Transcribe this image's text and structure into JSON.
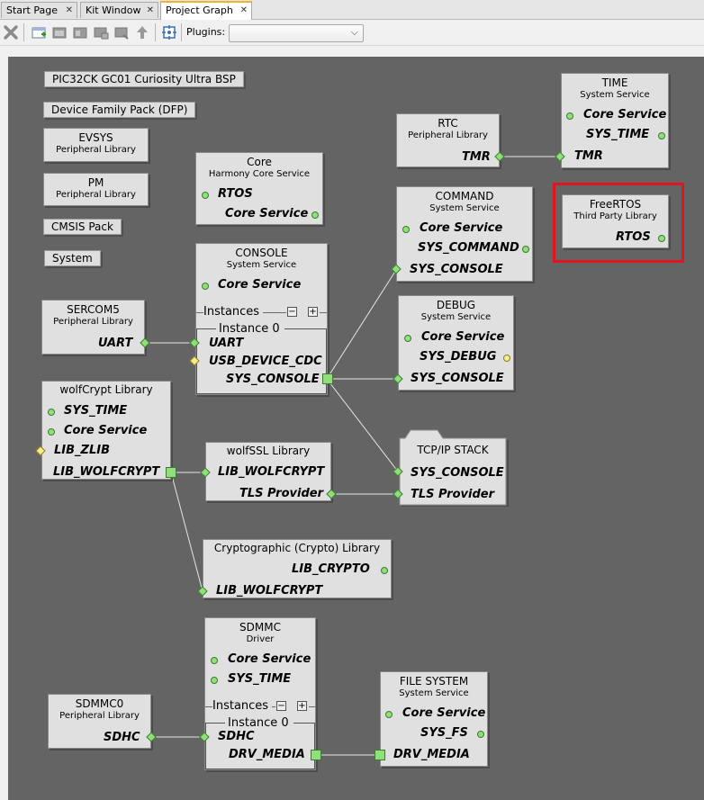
{
  "tabs": [
    {
      "label": "Start Page"
    },
    {
      "label": "Kit Window"
    },
    {
      "label": "Project Graph"
    }
  ],
  "toolbar": {
    "plugins_label": "Plugins:",
    "plugins_value": ""
  },
  "tags": [
    "PIC32CK GC01 Curiosity Ultra BSP",
    "Device Family Pack (DFP)",
    "CMSIS Pack",
    "System"
  ],
  "nodes": {
    "evsys": {
      "title": "EVSYS",
      "subtitle": "Peripheral Library"
    },
    "pm": {
      "title": "PM",
      "subtitle": "Peripheral Library"
    },
    "core": {
      "title": "Core",
      "subtitle": "Harmony Core Service",
      "rows": [
        "RTOS",
        "Core Service"
      ]
    },
    "rtc": {
      "title": "RTC",
      "subtitle": "Peripheral Library",
      "rows": [
        "TMR"
      ]
    },
    "time": {
      "title": "TIME",
      "subtitle": "System Service",
      "rows": [
        "Core Service",
        "SYS_TIME",
        "TMR"
      ]
    },
    "freertos": {
      "title": "FreeRTOS",
      "subtitle": "Third Party Library",
      "rows": [
        "RTOS"
      ]
    },
    "command": {
      "title": "COMMAND",
      "subtitle": "System Service",
      "rows": [
        "Core Service",
        "SYS_COMMAND",
        "SYS_CONSOLE"
      ]
    },
    "console": {
      "title": "CONSOLE",
      "subtitle": "System Service",
      "rows": [
        "Core Service",
        "UART",
        "USB_DEVICE_CDC",
        "SYS_CONSOLE"
      ],
      "instances": "Instances",
      "instance0": "Instance 0"
    },
    "debug": {
      "title": "DEBUG",
      "subtitle": "System Service",
      "rows": [
        "Core Service",
        "SYS_DEBUG",
        "SYS_CONSOLE"
      ]
    },
    "sercom5": {
      "title": "SERCOM5",
      "subtitle": "Peripheral Library",
      "rows": [
        "UART"
      ]
    },
    "wolfcrypt": {
      "title": "wolfCrypt Library",
      "rows": [
        "SYS_TIME",
        "Core Service",
        "LIB_ZLIB",
        "LIB_WOLFCRYPT"
      ]
    },
    "wolfssl": {
      "title": "wolfSSL Library",
      "rows": [
        "LIB_WOLFCRYPT",
        "TLS Provider"
      ]
    },
    "tcpip": {
      "title": "TCP/IP STACK",
      "rows": [
        "SYS_CONSOLE",
        "TLS Provider"
      ]
    },
    "crypto": {
      "title": "Cryptographic (Crypto) Library",
      "rows": [
        "LIB_CRYPTO",
        "LIB_WOLFCRYPT"
      ]
    },
    "sdmmc": {
      "title": "SDMMC",
      "subtitle": "Driver",
      "rows": [
        "Core Service",
        "SYS_TIME",
        "SDHC",
        "DRV_MEDIA"
      ],
      "instances": "Instances",
      "instance0": "Instance 0"
    },
    "sdmmc0": {
      "title": "SDMMC0",
      "subtitle": "Peripheral Library",
      "rows": [
        "SDHC"
      ]
    },
    "filesystem": {
      "title": "FILE SYSTEM",
      "subtitle": "System Service",
      "rows": [
        "Core Service",
        "SYS_FS",
        "DRV_MEDIA"
      ]
    }
  },
  "colors": {
    "canvas": "#646464",
    "node": "#e0e0e0",
    "port_green": "#8fe07a",
    "port_yellow": "#f7ec8a",
    "selection": "#e3141d",
    "wire": "#e8e8e8"
  }
}
